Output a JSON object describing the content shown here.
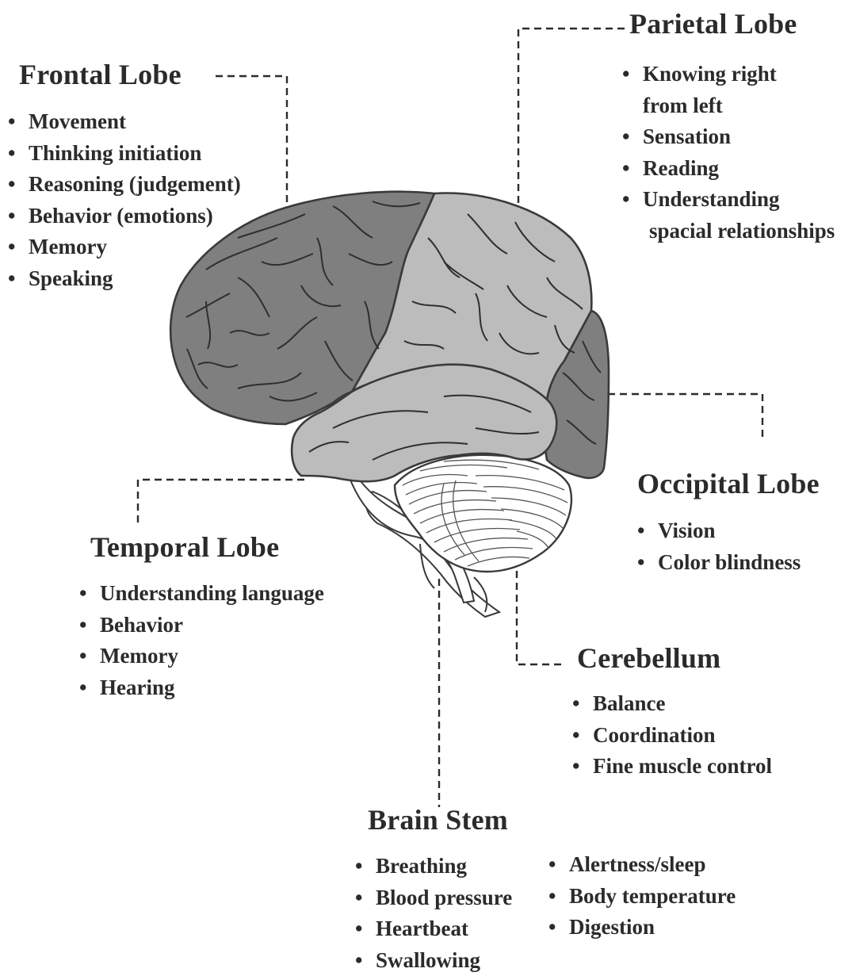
{
  "colors": {
    "dark_lobe": "#7f7f80",
    "light_lobe": "#bcbcbd",
    "outline": "#3a3a3a",
    "text": "#2b2b2b",
    "leader": "#2b2b2b"
  },
  "frontal": {
    "title": "Frontal Lobe",
    "items": [
      "Movement",
      "Thinking initiation",
      "Reasoning (judgement)",
      "Behavior (emotions)",
      "Memory",
      "Speaking"
    ]
  },
  "parietal": {
    "title": "Parietal Lobe",
    "items": [
      "Knowing right",
      "from left",
      "Sensation",
      "Reading",
      "Understanding",
      "spacial relationships"
    ]
  },
  "occipital": {
    "title": "Occipital Lobe",
    "items": [
      "Vision",
      "Color blindness"
    ]
  },
  "temporal": {
    "title": "Temporal Lobe",
    "items": [
      "Understanding language",
      "Behavior",
      "Memory",
      "Hearing"
    ]
  },
  "cerebellum": {
    "title": "Cerebellum",
    "items": [
      "Balance",
      "Coordination",
      "Fine muscle control"
    ]
  },
  "brainstem": {
    "title": "Brain Stem",
    "items_left": [
      "Breathing",
      "Blood pressure",
      "Heartbeat",
      "Swallowing"
    ],
    "items_right": [
      "Alertness/sleep",
      "Body temperature",
      "Digestion"
    ]
  }
}
